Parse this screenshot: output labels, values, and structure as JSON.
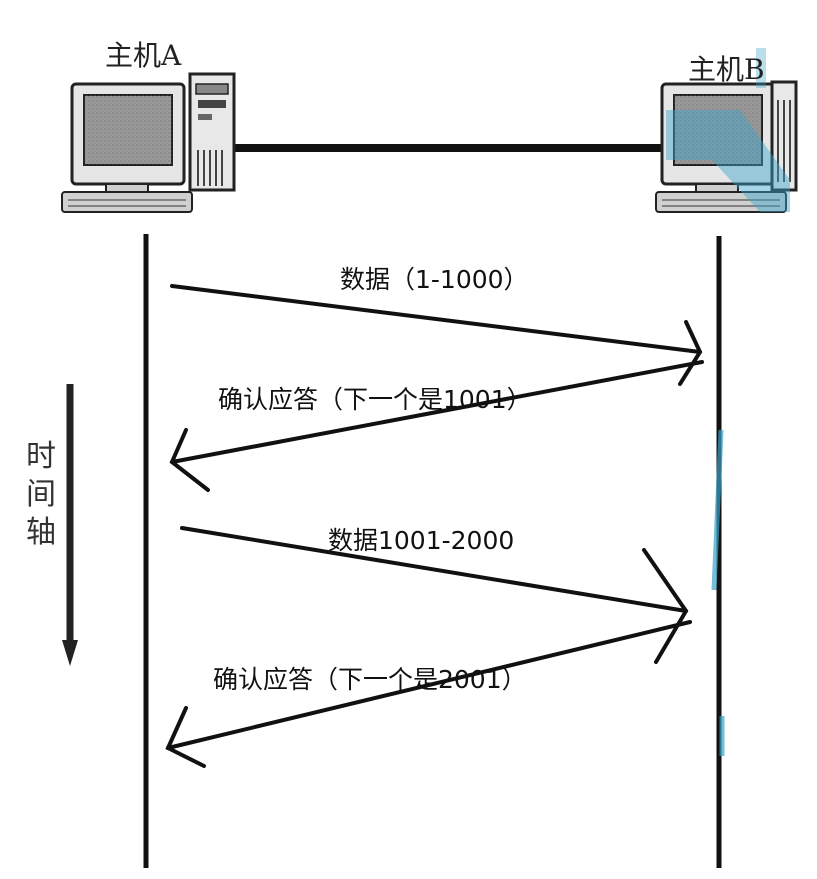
{
  "hosts": {
    "a": {
      "label": "主机A"
    },
    "b": {
      "label": "主机B"
    }
  },
  "messages": [
    {
      "label": "数据（1-1000）",
      "direction": "A→B"
    },
    {
      "label": "确认应答（下一个是1001）",
      "direction": "B→A"
    },
    {
      "label": "数据1001-2000",
      "direction": "A→B"
    },
    {
      "label": "确认应答（下一个是2001）",
      "direction": "B→A"
    }
  ],
  "time_axis": {
    "label": "时间轴"
  },
  "colors": {
    "line": "#111111",
    "computer_body": "#d9d9d9",
    "screen": "#9a9a9a",
    "highlight": "#3aa3c9"
  }
}
